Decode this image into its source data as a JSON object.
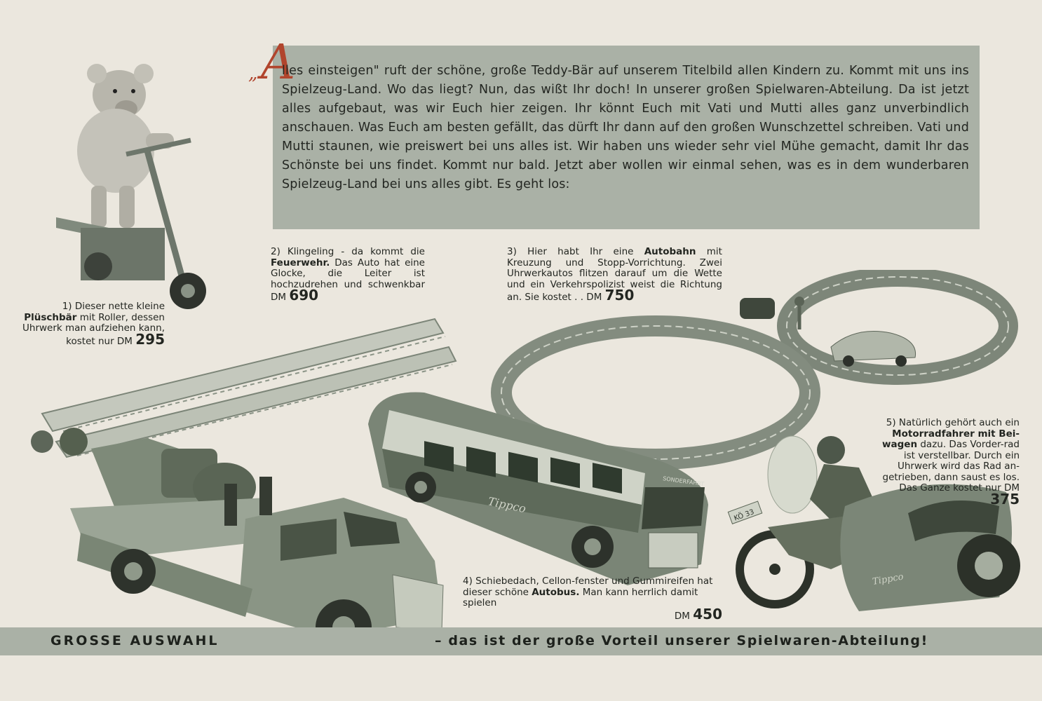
{
  "intro": {
    "quote_open": "„",
    "drop_cap": "A",
    "text": "lles einsteigen\" ruft der schöne, große Teddy-Bär auf unserem Titelbild allen Kindern zu. Kommt mit uns ins Spielzeug-Land. Wo das liegt? Nun, das wißt Ihr doch! In unserer großen Spielwaren-Abteilung. Da ist jetzt alles aufgebaut, was wir Euch hier zeigen. Ihr könnt Euch mit Vati und Mutti alles ganz unverbindlich anschauen. Was Euch am besten gefällt, das dürft Ihr dann auf den großen Wunschzettel schreiben. Vati und Mutti staunen, wie preiswert bei uns alles ist. Wir haben uns wieder sehr viel Mühe gemacht, damit Ihr das Schönste bei uns findet. Kommt nur bald. Jetzt aber wollen wir einmal sehen, was es in dem wunderbaren Spielzeug-Land bei uns alles gibt. Es geht los:"
  },
  "items": [
    {
      "pre": "1) Dieser nette kleine ",
      "bold": "Plüschbär",
      "post": " mit Roller, dessen Uhrwerk man aufziehen kann, kostet nur DM ",
      "price": "295"
    },
    {
      "pre": "2) Klingeling - da kommt die ",
      "bold": "Feuerwehr.",
      "post": " Das Auto hat eine Glocke, die Leiter ist hochzudrehen und schwenkbar DM ",
      "price": "690"
    },
    {
      "pre": "3) Hier habt Ihr eine ",
      "bold": "Autobahn",
      "post": " mit Kreuzung und Stopp-Vorrichtung. Zwei Uhrwerkautos flitzen darauf um die Wette und ein Verkehrspolizist weist die Richtung an. Sie kostet . .  DM ",
      "price": "750"
    },
    {
      "pre": "4) Schiebedach, Cellon-fenster und Gummireifen hat dieser schöne ",
      "bold": "Autobus.",
      "post": " Man kann herrlich damit spielen",
      "price_label": "DM ",
      "price": "450"
    },
    {
      "pre": "5) Natürlich gehört auch ein ",
      "bold": "Motorradfahrer mit Bei-wagen",
      "post": " dazu. Das Vorder-rad ist verstellbar. Durch ein Uhrwerk wird das Rad an-getrieben, dann saust es los. Das Ganze kostet nur DM ",
      "price": "375"
    }
  ],
  "illustrations": {
    "bus_lettering": "Tippco",
    "sidecar_lettering": "Tippco",
    "bus_sign": "SONDERFAHRT",
    "plate": "KÖ 33"
  },
  "footer": {
    "left": "GROSSE AUSWAHL",
    "right": "– das ist der große Vorteil unserer Spielwaren-Abteilung!"
  },
  "colors": {
    "paper": "#ebe7de",
    "band": "#aab1a6",
    "ink": "#232621",
    "accent_red": "#b1452d",
    "toy_green": "#6f7d6c"
  }
}
